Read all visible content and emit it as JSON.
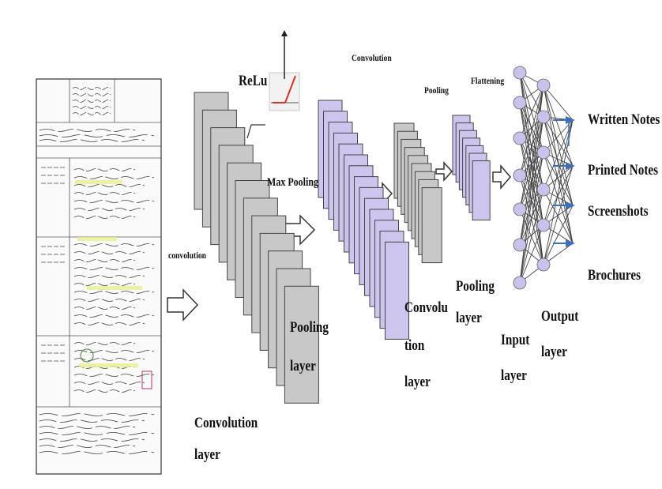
{
  "labels": {
    "relu": "ReLu",
    "convolution_top": "Convolution",
    "pooling_top": "Pooling",
    "flattening": "Flattening",
    "max_pooling": "Max Pooling",
    "convolution_arrow": "convolution",
    "pooling_layer_1": [
      "Pooling",
      "layer"
    ],
    "convolution_layer_1": [
      "Convolution",
      "layer"
    ],
    "convolution_layer_2": [
      "Convolu",
      "tion",
      "layer"
    ],
    "pooling_layer_2": [
      "Pooling",
      "layer"
    ],
    "input_layer": [
      "Input",
      "layer"
    ],
    "output_layer": [
      "Output",
      "layer"
    ]
  },
  "outputs": [
    "Written Notes",
    "Printed Notes",
    "Screenshots",
    "Brochures"
  ],
  "colors": {
    "gray_map": "#c8c8c8",
    "purple_map": "#cdc5ee",
    "node": "#c9c2ea",
    "output_arrow": "#3e6fbf",
    "relu_line": "#e03020"
  }
}
